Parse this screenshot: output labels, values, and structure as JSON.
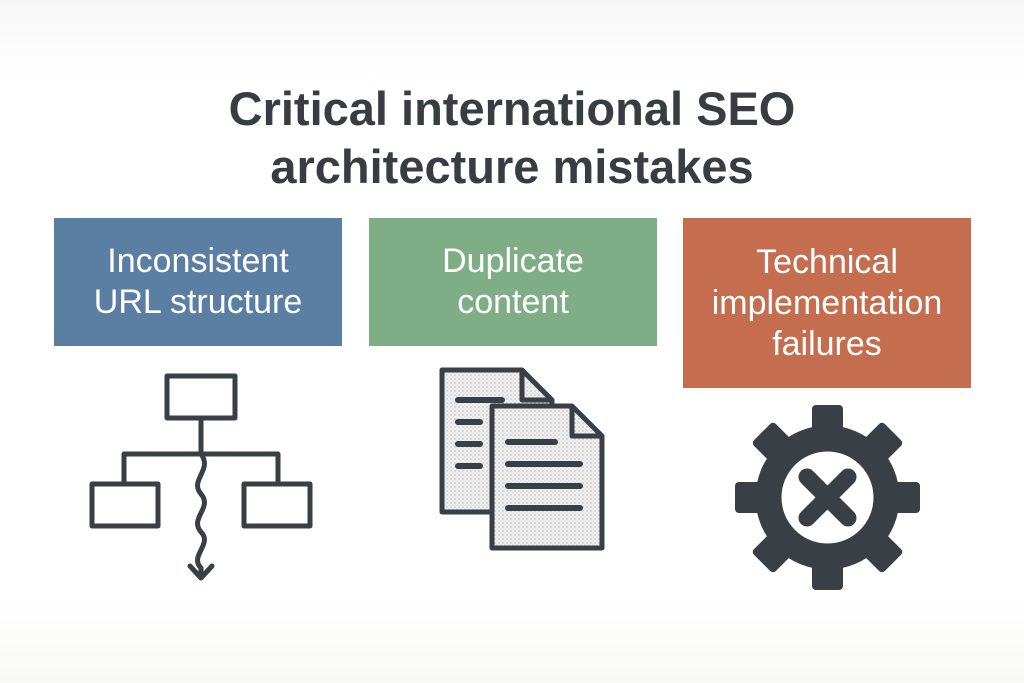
{
  "title": {
    "line1": "Critical international SEO",
    "line2": "architecture mistakes"
  },
  "cards": [
    {
      "lines": [
        "Inconsistent",
        "URL structure"
      ],
      "color": "#5b7ea3",
      "icon": "url-structure-tree-icon"
    },
    {
      "lines": [
        "Duplicate",
        "content"
      ],
      "color": "#7fae86",
      "icon": "duplicate-documents-icon"
    },
    {
      "lines": [
        "Technical",
        "implementation",
        "failures"
      ],
      "color": "#c46e4f",
      "icon": "gear-error-icon"
    }
  ],
  "colors": {
    "icon_stroke": "#3a3f45",
    "title": "#383d42"
  }
}
